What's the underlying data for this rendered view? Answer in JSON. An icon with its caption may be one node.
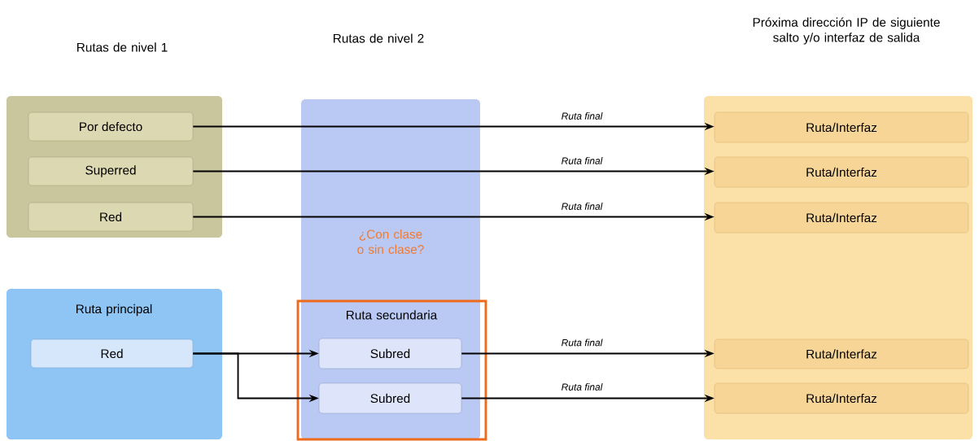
{
  "diagram": {
    "nodes": [
      {
        "text": [],
        "shape": "box"
      },
      {
        "text": [
          "Por defecto"
        ],
        "in": 0
      },
      {
        "text": [
          "Superred"
        ],
        "in": 0
      },
      {
        "text": [
          "Red"
        ],
        "in": 0
      },
      {
        "text": [
          "¿Con clase o sin clase?"
        ]
      },
      {
        "text": [
          "Ruta principal"
        ]
      },
      {
        "text": [
          "Red"
        ],
        "in": 5
      },
      {
        "text": [
          "Ruta secundaria"
        ],
        "in": 4
      },
      {
        "text": [
          "Subred"
        ],
        "in": 7
      },
      {
        "text": [
          "Subred"
        ],
        "in": 7
      },
      {
        "text": [],
        "shape": "box"
      },
      {
        "text": [
          "Ruta/Interfaz"
        ],
        "in": 10
      },
      {
        "text": [
          "Ruta/Interfaz"
        ],
        "in": 10
      },
      {
        "text": [
          "Ruta/Interfaz"
        ],
        "in": 10
      },
      {
        "text": [
          "Ruta/Interfaz"
        ],
        "in": 10
      },
      {
        "text": [
          "Ruta/Interfaz"
        ],
        "in": 10
      }
    ],
    "edges": [
      {
        "from": 1,
        "to": 11,
        "arrow": "to",
        "label": "Ruta final"
      },
      {
        "from": 2,
        "to": 12,
        "arrow": "to",
        "label": "Ruta final"
      },
      {
        "from": 3,
        "to": 13,
        "arrow": "to",
        "label": "Ruta final"
      },
      {
        "from": 6,
        "to": 8,
        "arrow": "to"
      },
      {
        "from": 6,
        "to": 9,
        "arrow": "to"
      },
      {
        "from": 8,
        "to": 14,
        "arrow": "to",
        "label": "Ruta final"
      },
      {
        "from": 9,
        "to": 15,
        "arrow": "to",
        "label": "Ruta final"
      }
    ],
    "labels": [
      "Rutas de nivel 1",
      "Rutas de nivel 2",
      "Próxima dirección IP de siguiente salto y/o interfaz de salida"
    ]
  }
}
